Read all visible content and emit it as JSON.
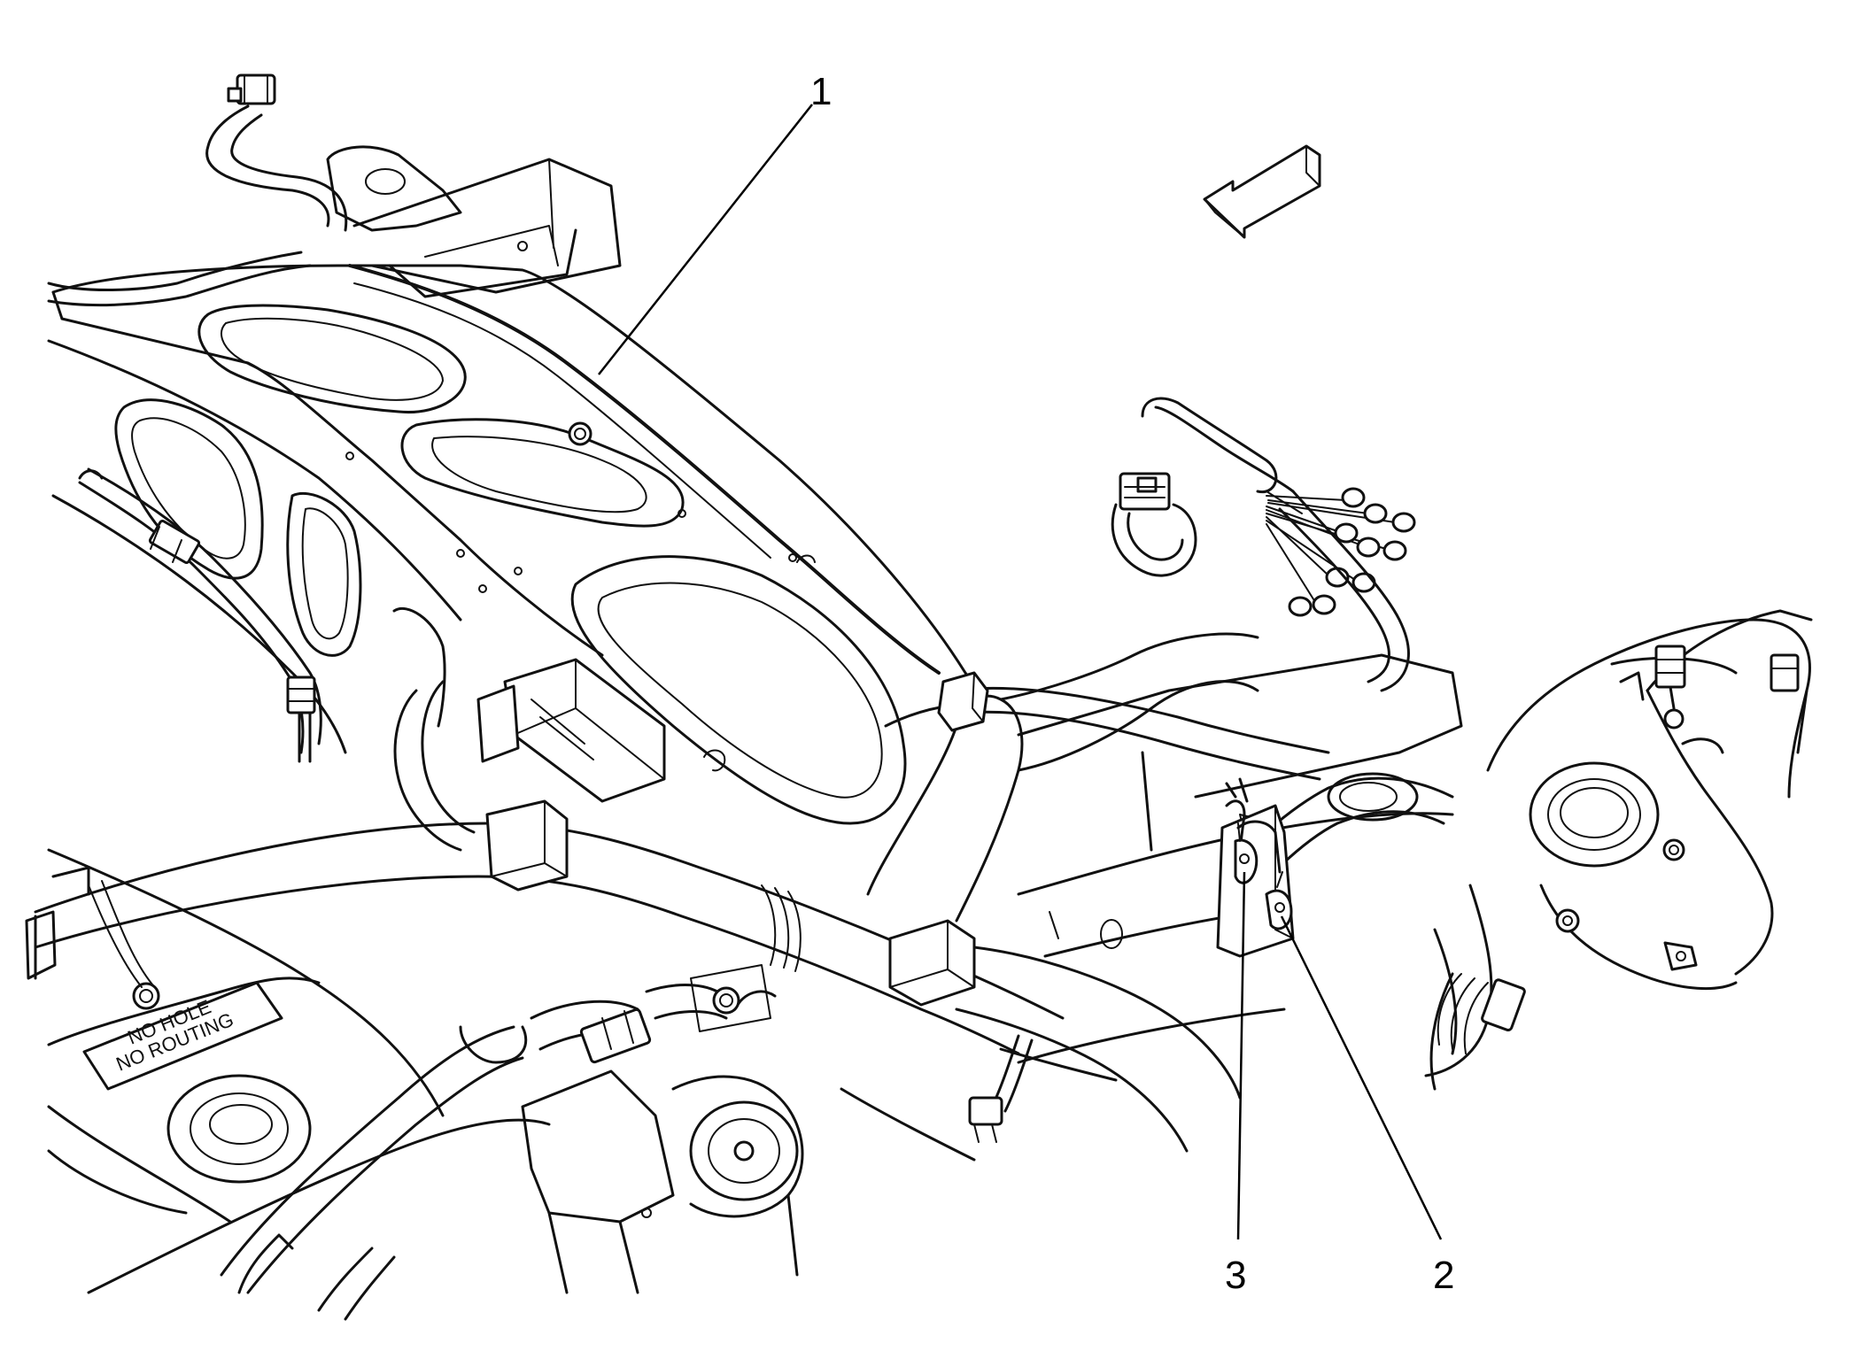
{
  "callouts": [
    {
      "id": "1",
      "label": "1"
    },
    {
      "id": "2",
      "label": "2"
    },
    {
      "id": "3",
      "label": "3"
    }
  ],
  "plate": {
    "line1": "NO HOLE",
    "line2": "NO ROUTING"
  },
  "icons": {
    "direction_arrow": "forward-arrow-icon"
  }
}
